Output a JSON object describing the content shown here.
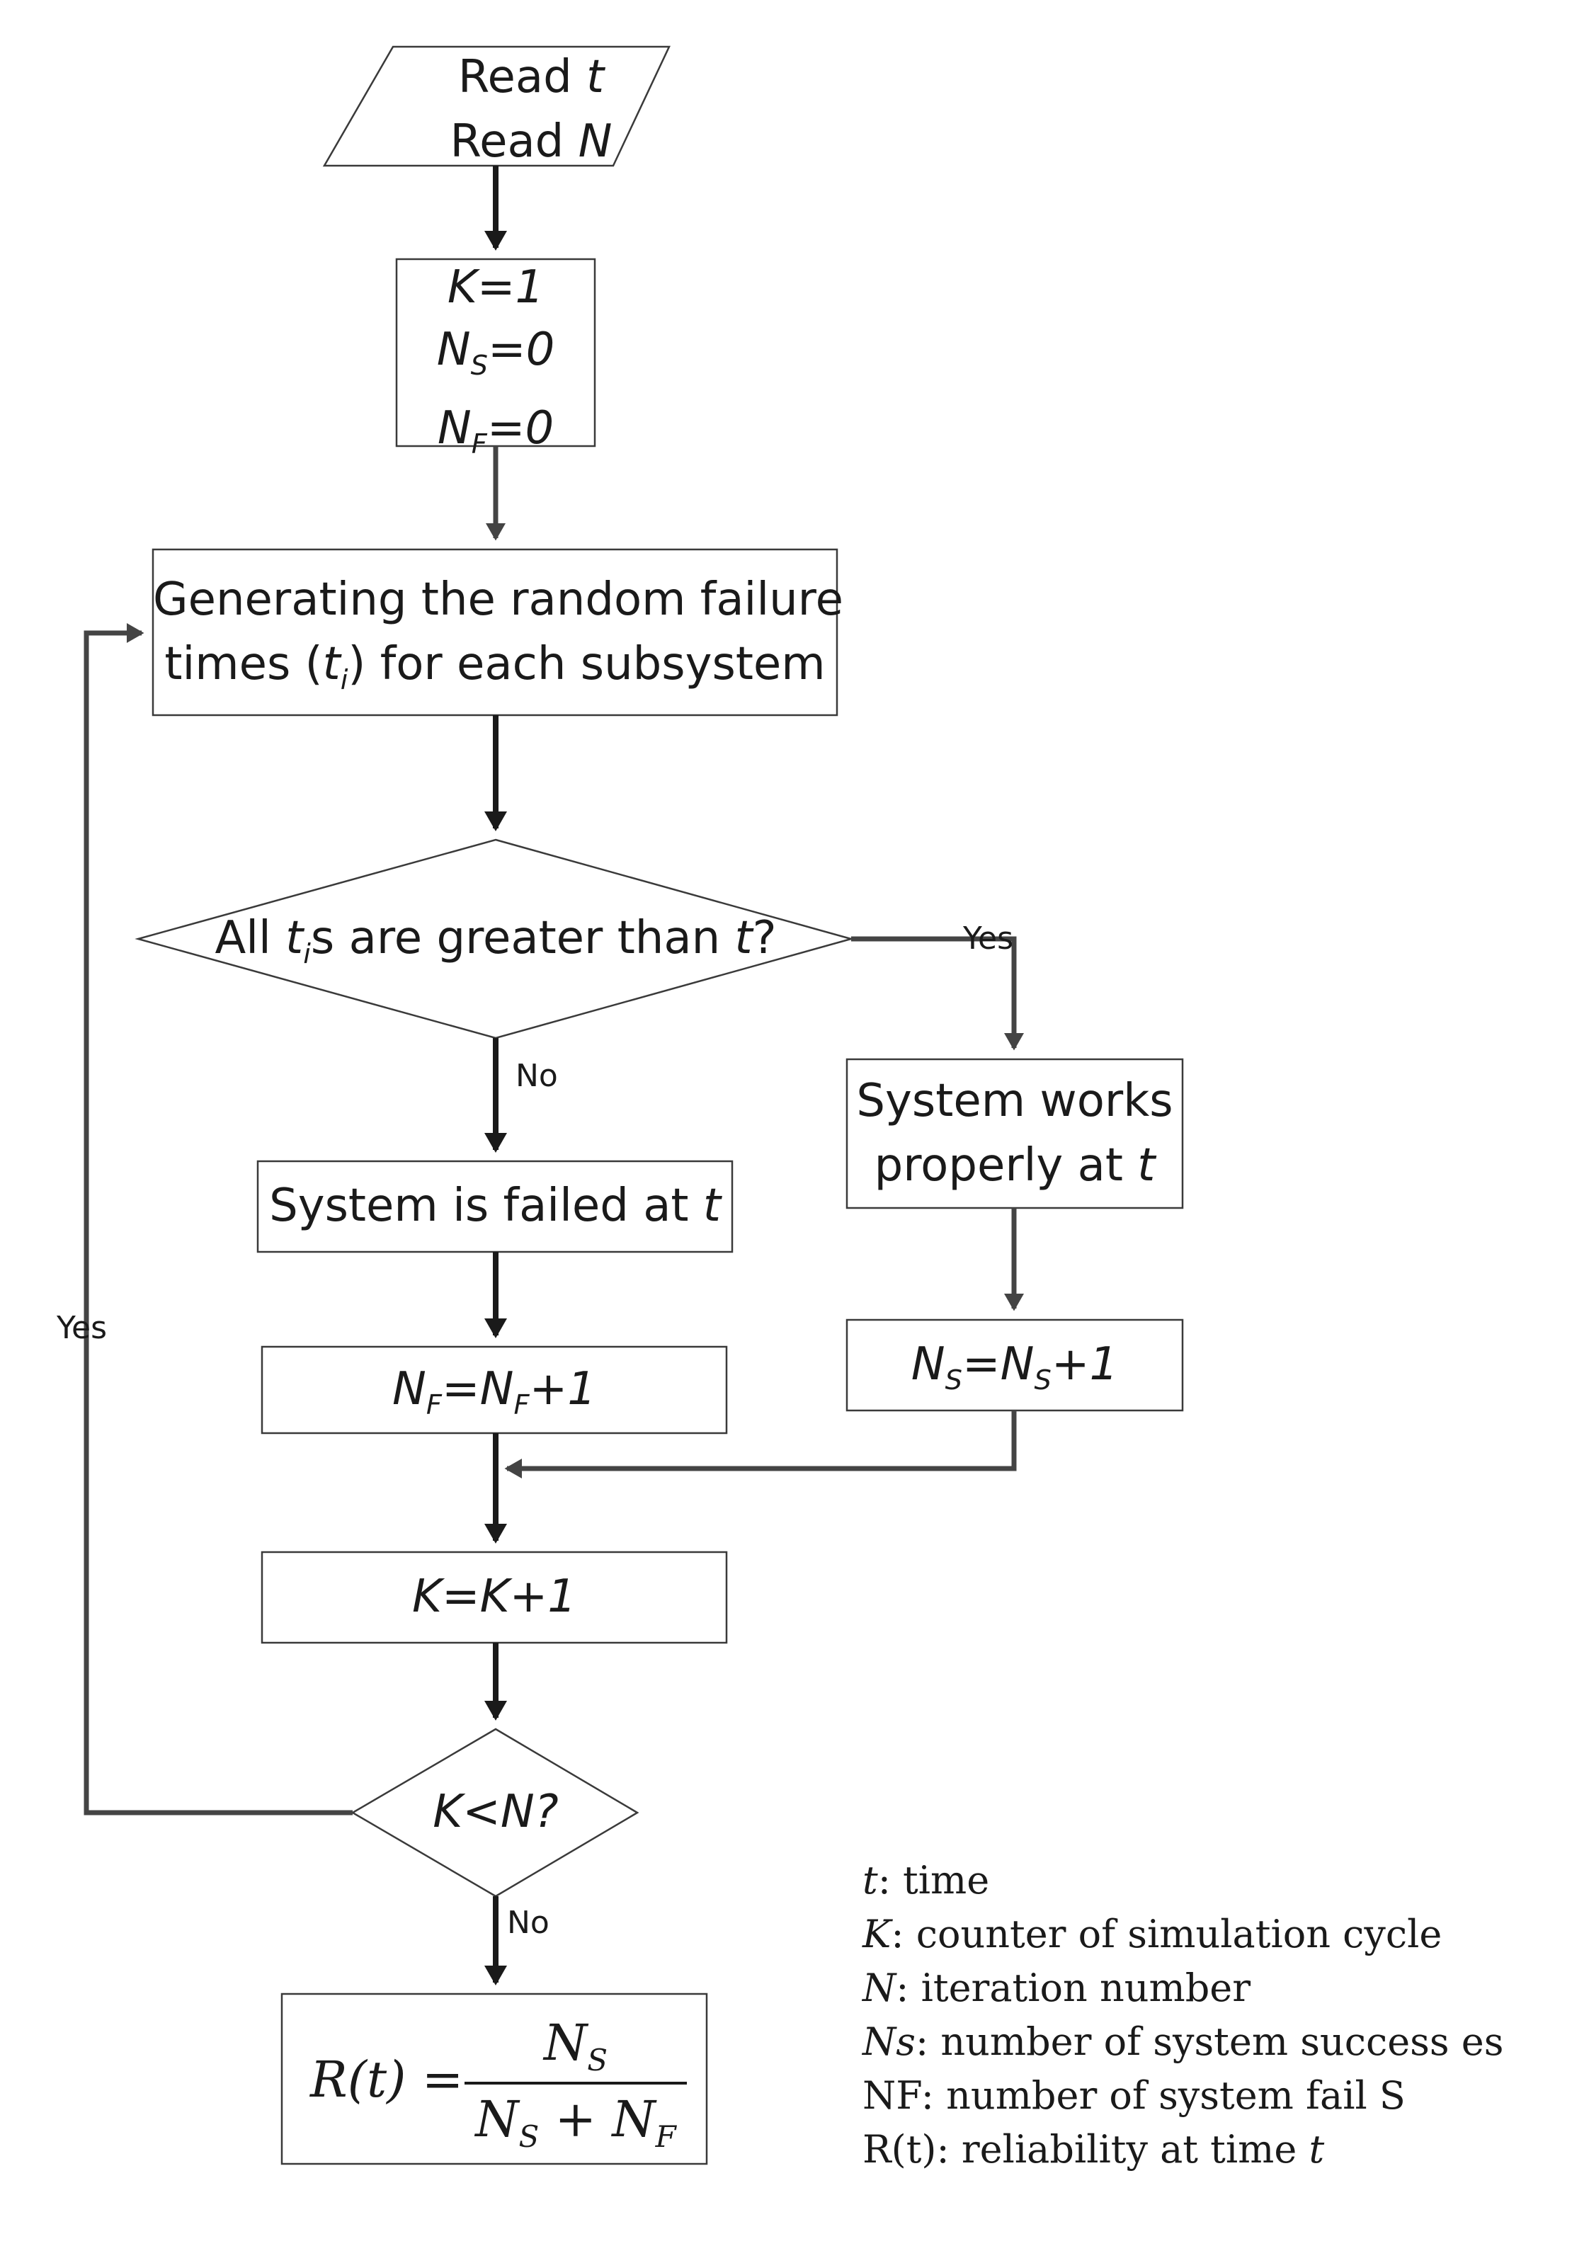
{
  "start": {
    "line1_text": "Read ",
    "line1_var": "t",
    "line2_text": "Read ",
    "line2_var": "N"
  },
  "init": {
    "l1": "K=1",
    "l2_base": "N",
    "l2_sub": "S",
    "l2_rest": "=0",
    "l3_base": "N",
    "l3_sub": "F",
    "l3_rest": "=0"
  },
  "generate": {
    "line1": "Generating the random failure",
    "line2_a": "times (",
    "line2_var": "t",
    "line2_sub": "i",
    "line2_b": ") for each subsystem"
  },
  "decision1": {
    "a": "All ",
    "var": "t",
    "sub": "i",
    "b": "s are greater than ",
    "var2": "t",
    "c": "?"
  },
  "yes_label_1": "Yes",
  "no_label_1": "No",
  "failed": {
    "a": "System is failed at ",
    "var": "t"
  },
  "works": {
    "line1": "System works",
    "line2_a": "properly at ",
    "line2_var": "t"
  },
  "nf_update": {
    "a": "N",
    "sub1": "F",
    "b": "=N",
    "sub2": "F",
    "c": "+1"
  },
  "ns_update": {
    "a": "N",
    "sub1": "S",
    "b": "=N",
    "sub2": "S",
    "c": "+1"
  },
  "k_update": "K=K+1",
  "decision2": "K<N?",
  "yes_label_2": "Yes",
  "no_label_2": "No",
  "formula": {
    "lhs": "R(t) =",
    "num_base": "N",
    "num_sub": "S",
    "den_a": "N",
    "den_sub1": "S",
    "den_plus": " + ",
    "den_b": "N",
    "den_sub2": "F"
  },
  "legend": [
    {
      "sym": "t",
      "text": ": time"
    },
    {
      "sym": "K",
      "text": ": counter  of simulation cycle"
    },
    {
      "sym": "N",
      "text": ": iteration number"
    },
    {
      "sym": "Ns",
      "text": ": number of system success es"
    },
    {
      "sym": "NF",
      "text": ": number of system fail S"
    },
    {
      "sym": "R(t)",
      "text": ": reliability at time ",
      "tail": "t"
    }
  ]
}
